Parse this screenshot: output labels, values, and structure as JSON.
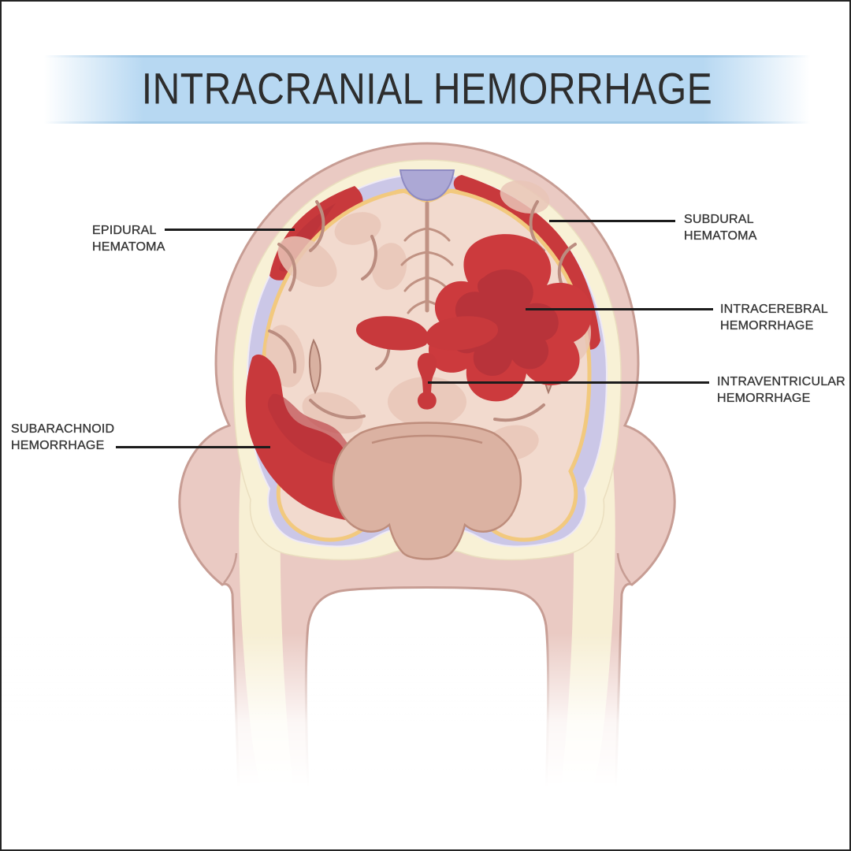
{
  "banner": {
    "title": "INTRACRANIAL HEMORRHAGE"
  },
  "diagram": {
    "subject": "Coronal cross-section of the head showing types of intracranial hemorrhage",
    "labels": [
      {
        "id": "epidural-hematoma",
        "line1": "EPIDURAL",
        "line2": "HEMATOMA"
      },
      {
        "id": "subdural-hematoma",
        "line1": "SUBDURAL",
        "line2": "HEMATOMA"
      },
      {
        "id": "intracerebral-hemorrhage",
        "line1": "INTRACEREBRAL",
        "line2": "HEMORRHAGE"
      },
      {
        "id": "intraventricular-hemorrhage",
        "line1": "INTRAVENTRICULAR",
        "line2": "HEMORRHAGE"
      },
      {
        "id": "subarachnoid-hemorrhage",
        "line1": "SUBARACHNOID",
        "line2": "HEMORRHAGE"
      }
    ],
    "colors": {
      "banner_blue": "#b7d8f2",
      "title_text": "#2d2d2d",
      "label_text": "#383838",
      "leader_line": "#1c1c1c",
      "blood_red": "#c8393c",
      "blood_red_dark": "#b53238",
      "scalp_pink": "#eacac3",
      "scalp_outline": "#c79d94",
      "skull_cream": "#f8f1d6",
      "meninges_lavender": "#cbc7e7",
      "dura_yellow": "#f2c97e",
      "brain_pink": "#f2dace",
      "gyri_line": "#bb8d80",
      "gyri_patch": "#e9c6b8",
      "brainstem_pink": "#dbb2a2",
      "sinus_lavender": "#aca8d5",
      "frame_border": "#242424"
    }
  }
}
